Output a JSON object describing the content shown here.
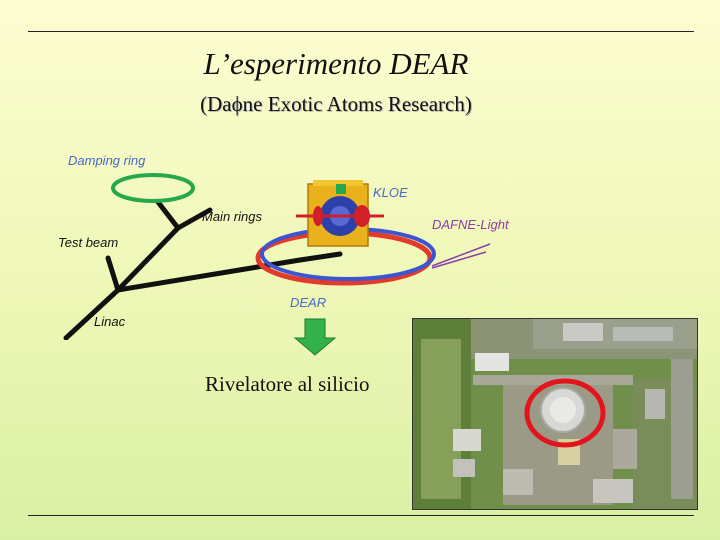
{
  "slide": {
    "title": "L’esperimento DEAR",
    "subtitle": "(Daϕne Exotic Atoms Research)",
    "caption": "Rivelatore al silicio"
  },
  "diagram": {
    "labels": {
      "damping_ring": "Damping ring",
      "main_rings": "Main rings",
      "test_beam": "Test beam",
      "linac": "Linac",
      "kloe": "KLOE",
      "dafne_light": "DAFNE-Light",
      "dear": "DEAR"
    }
  },
  "colors": {
    "label_blue": "#4a68c6",
    "label_purple": "#8a3fa6",
    "damping_ring": "#27a84a",
    "ring_red": "#e23b2c",
    "ring_blue": "#3d55d1",
    "arrow_green": "#33b24a",
    "highlight_circle": "#e3141b"
  }
}
